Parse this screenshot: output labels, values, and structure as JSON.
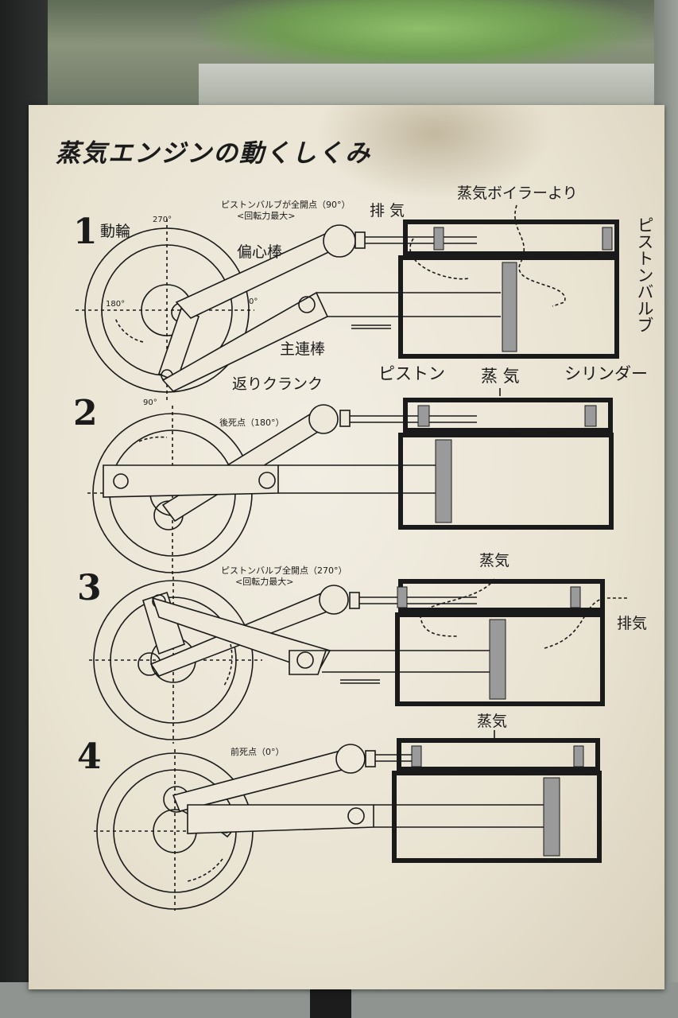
{
  "sign": {
    "title": "蒸気エンジンの動くしくみ"
  },
  "steps": [
    {
      "number": "1",
      "note_line1": "ピストンバルブが全開点（90°）",
      "note_line2": "<回転力最大>",
      "angle_top": "270°",
      "angle_left": "180°",
      "angle_right": "0°",
      "angle_bottom": "90°",
      "labels": {
        "wheel": "動輪",
        "eccentric_rod": "偏心棒",
        "main_rod": "主連棒",
        "return_crank": "返りクランク",
        "exhaust": "排 気",
        "from_boiler": "蒸気ボイラーより",
        "piston_valve": "ピストンバルブ",
        "piston": "ピストン",
        "steam": "蒸 気",
        "cylinder": "シリンダー"
      }
    },
    {
      "number": "2",
      "note_line1": "後死点（180°）"
    },
    {
      "number": "3",
      "note_line1": "ピストンバルブ全開点（270°）",
      "note_line2": "<回転力最大>",
      "steam": "蒸気",
      "exhaust": "排気"
    },
    {
      "number": "4",
      "note_line1": "前死点（0°）",
      "steam": "蒸気"
    }
  ]
}
